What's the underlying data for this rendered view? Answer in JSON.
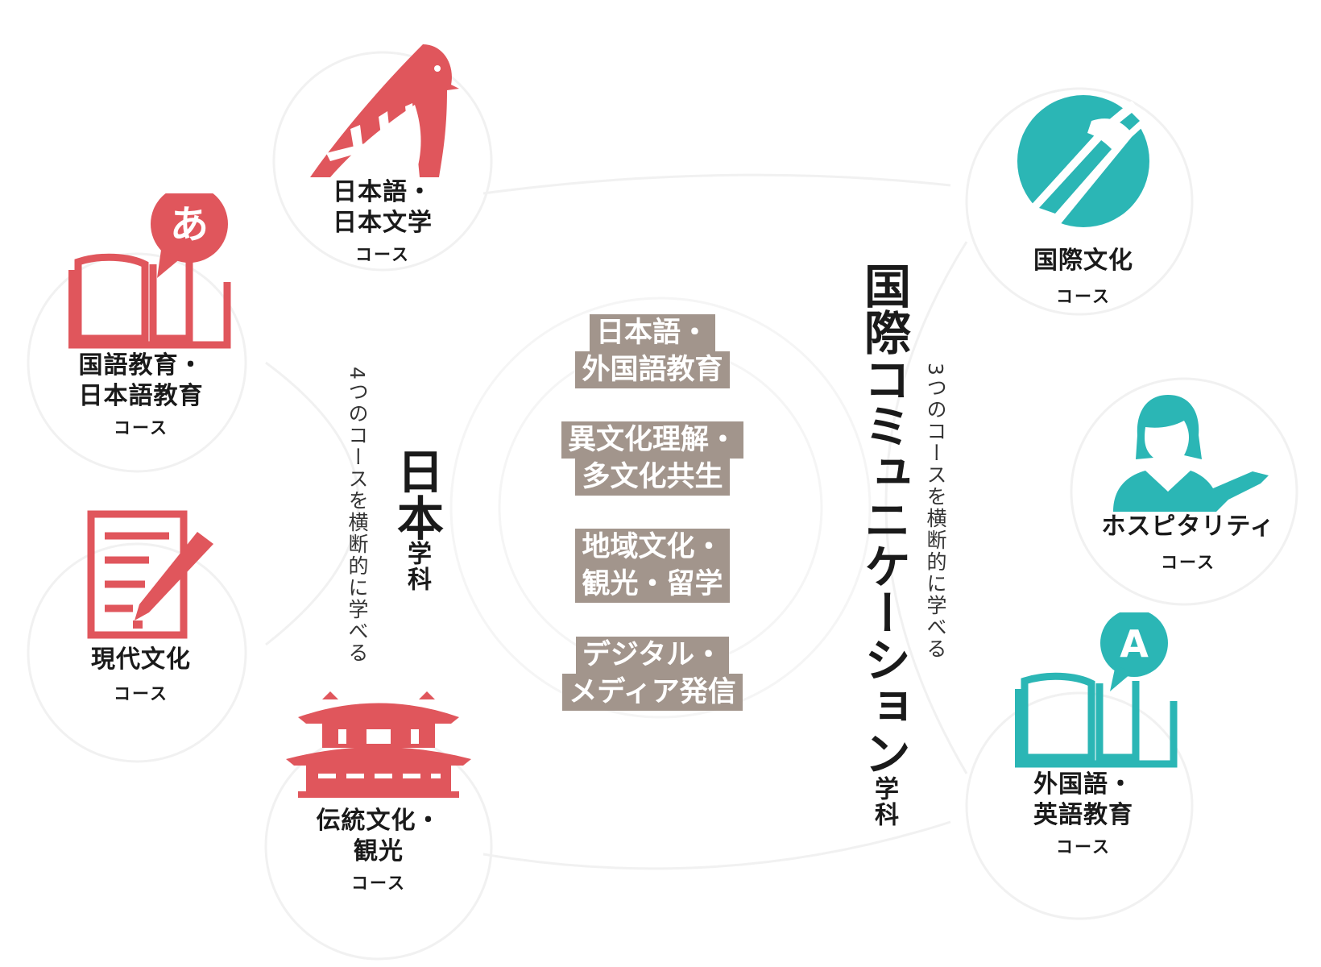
{
  "colors": {
    "japan_accent": "#e0565c",
    "intl_accent": "#2bb6b5",
    "theme_bg": "#a2958c"
  },
  "japan_dept": {
    "title": "日本",
    "suffix": "学科",
    "tagline": "4つのコースを横断的に学べる",
    "courses": [
      {
        "icon": "bird-icon",
        "name": "日本語・\n日本文学",
        "sub": "コース"
      },
      {
        "icon": "book-speech-icon",
        "glyph": "あ",
        "name": "国語教育・\n日本語教育",
        "sub": "コース"
      },
      {
        "icon": "paper-pen-icon",
        "name": "現代文化",
        "sub": "コース"
      },
      {
        "icon": "temple-icon",
        "name": "伝統文化・\n観光",
        "sub": "コース"
      }
    ]
  },
  "intl_dept": {
    "title": "国際コミュニケーション",
    "suffix": "学科",
    "tagline": "3つのコースを横断的に学べる",
    "courses": [
      {
        "icon": "globe-handshake-icon",
        "name": "国際文化",
        "sub": "コース"
      },
      {
        "icon": "hostess-icon",
        "name": "ホスピタリティ",
        "sub": "コース"
      },
      {
        "icon": "book-speech-icon",
        "glyph": "A",
        "name": "外国語・\n英語教育",
        "sub": "コース"
      }
    ]
  },
  "themes": [
    [
      "日本語・",
      "外国語教育"
    ],
    [
      "異文化理解・",
      "多文化共生"
    ],
    [
      "地域文化・",
      "観光・留学"
    ],
    [
      "デジタル・",
      "メディア発信"
    ]
  ]
}
